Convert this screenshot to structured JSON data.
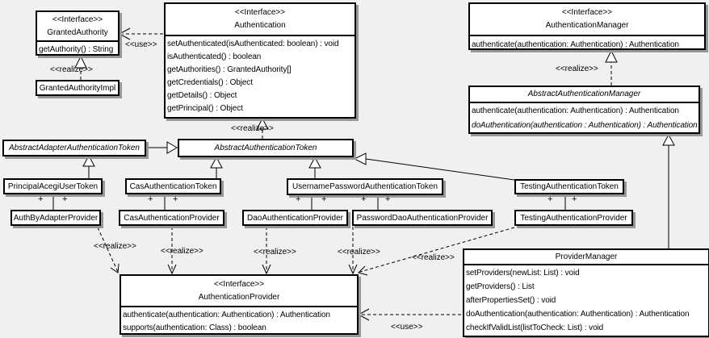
{
  "diagram": {
    "background": "#f0f0f0",
    "box_fill": "#ffffff",
    "box_border": "#000000",
    "shadow_color": "#979797",
    "labels": {
      "use": "<<use>>",
      "realize": "<<realize>>",
      "plus": "+"
    },
    "boxes": {
      "granted_authority": {
        "stereotype": "<<Interface>>",
        "name": "GrantedAuthority",
        "methods": [
          "getAuthority() : String"
        ]
      },
      "granted_authority_impl": {
        "name": "GrantedAuthorityImpl"
      },
      "authentication": {
        "stereotype": "<<Interface>>",
        "name": "Authentication",
        "methods": [
          "setAuthenticated(isAuthenticated: boolean) : void",
          "isAuthenticated() : boolean",
          "getAuthorities() : GrantedAuthority[]",
          "getCredentials() : Object",
          "getDetails() : Object",
          "getPrincipal() : Object"
        ]
      },
      "authentication_manager": {
        "stereotype": "<<Interface>>",
        "name": "AuthenticationManager",
        "methods": [
          "authenticate(authentication: Authentication) : Authentication"
        ]
      },
      "abstract_authentication_manager": {
        "name": "AbstractAuthenticationManager",
        "methods": [
          "authenticate(authentication: Authentication) : Authentication",
          "doAuthentication(authentication : Authentication) : Authentication"
        ]
      },
      "abstract_adapter_authentication_token": {
        "name": "AbstractAdapterAuthenticationToken"
      },
      "abstract_authentication_token": {
        "name": "AbstractAuthenticationToken"
      },
      "principal_acegi_user_token": {
        "name": "PrincipalAcegiUserToken"
      },
      "cas_authentication_token": {
        "name": "CasAuthenticationToken"
      },
      "username_password_authentication_token": {
        "name": "UsernamePasswordAuthenticationToken"
      },
      "testing_authentication_token": {
        "name": "TestingAuthenticationToken"
      },
      "auth_by_adapter_provider": {
        "name": "AuthByAdapterProvider"
      },
      "cas_authentication_provider": {
        "name": "CasAuthenticationProvider"
      },
      "dao_authentication_provider": {
        "name": "DaoAuthenticationProvider"
      },
      "password_dao_authentication_provider": {
        "name": "PasswordDaoAuthenticationProvider"
      },
      "testing_authentication_provider": {
        "name": "TestingAuthenticationProvider"
      },
      "provider_manager": {
        "name": "ProviderManager",
        "methods": [
          "setProviders(newList: List) : void",
          "getProviders() : List",
          "afterPropertiesSet() : void",
          "doAuthentication(authentication: Authentication) : Authentication",
          "checkIfValidList(listToCheck: List) : void"
        ]
      },
      "authentication_provider": {
        "stereotype": "<<Interface>>",
        "name": "AuthenticationProvider",
        "methods": [
          "authenticate(authentication: Authentication) : Authentication",
          "supports(authentication: Class) : boolean"
        ]
      }
    }
  }
}
